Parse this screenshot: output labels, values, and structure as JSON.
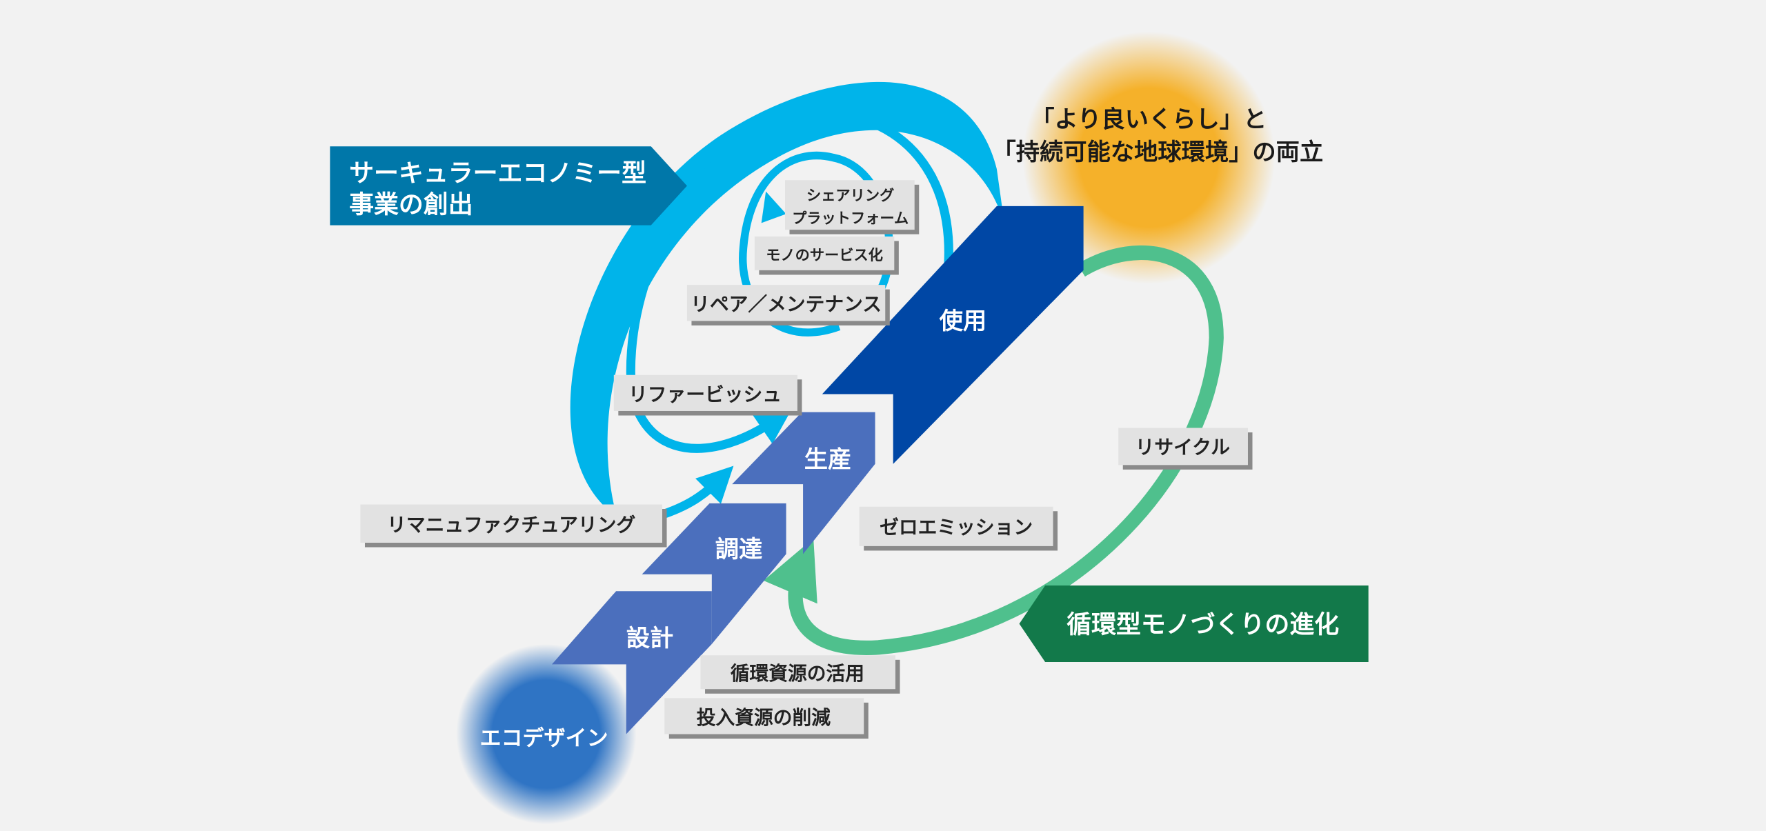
{
  "banners": {
    "circular_economy": [
      "サーキュラーエコノミー型",
      "事業の創出"
    ],
    "evolution": "循環型モノづくりの進化"
  },
  "goal": [
    "「より良いくらし」と",
    "「持続可能な地球環境」の両立"
  ],
  "stages": {
    "design": "設計",
    "procurement": "調達",
    "production": "生産",
    "use": "使用"
  },
  "eco_design": "エコデザイン",
  "labels": {
    "sharing": [
      "シェアリング",
      "プラットフォーム"
    ],
    "servitization": "モノのサービス化",
    "repair": "リペア／メンテナンス",
    "refurbish": "リファービッシュ",
    "remanufacturing": "リマニュファクチュアリング",
    "zero_emission": "ゼロエミッション",
    "recycle": "リサイクル",
    "circular_resources": "循環資源の活用",
    "input_reduction": "投入資源の削減"
  },
  "colors": {
    "cyan": "#00b4ea",
    "green": "#4fc08d",
    "teal_banner": "#0077a9",
    "green_banner": "#12794a",
    "stage_blue": "#4b6fbd",
    "use_blue": "#0047a5",
    "sun": "#f5b12a"
  }
}
